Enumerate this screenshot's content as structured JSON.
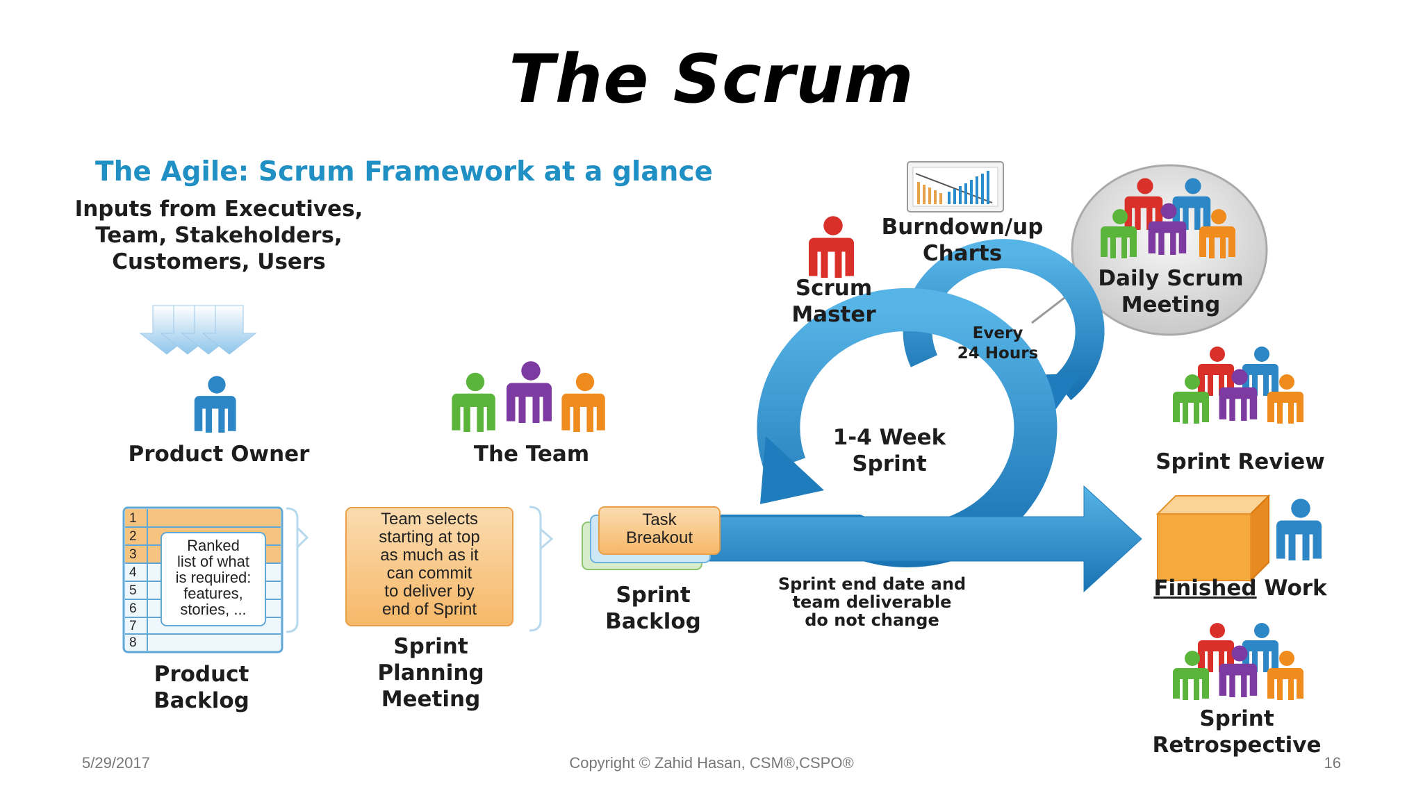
{
  "slide": {
    "title": "The Scrum",
    "date": "5/29/2017",
    "copyright": "Copyright  © Zahid Hasan, CSM®,CSPO®",
    "page_number": "16"
  },
  "diagram": {
    "heading": "The Agile: Scrum Framework at a glance",
    "inputs": [
      "Inputs from Executives,",
      "Team, Stakeholders,",
      "Customers, Users"
    ],
    "product_owner": "Product Owner",
    "the_team": "The Team",
    "scrum_master": [
      "Scrum",
      "Master"
    ],
    "burndown": [
      "Burndown/up",
      "Charts"
    ],
    "daily_scrum": [
      "Daily Scrum",
      "Meeting"
    ],
    "every_24": [
      "Every",
      "24 Hours"
    ],
    "sprint_cycle": [
      "1-4 Week",
      "Sprint"
    ],
    "backlog_rows": [
      "1",
      "2",
      "3",
      "4",
      "5",
      "6",
      "7",
      "8"
    ],
    "backlog_note": [
      "Ranked",
      "list of what",
      "is required:",
      "features,",
      "stories, ..."
    ],
    "product_backlog": [
      "Product",
      "Backlog"
    ],
    "team_selects": [
      "Team selects",
      "starting at top",
      "as much as it",
      "can commit",
      "to deliver by",
      "end of Sprint"
    ],
    "sprint_planning": [
      "Sprint",
      "Planning",
      "Meeting"
    ],
    "task_breakout": [
      "Task",
      "Breakout"
    ],
    "sprint_backlog": [
      "Sprint",
      "Backlog"
    ],
    "sprint_end_note": [
      "Sprint end date and",
      "team deliverable",
      "do not change"
    ],
    "sprint_review": "Sprint Review",
    "finished_work": {
      "underlined": "Finished",
      "rest": " Work"
    },
    "sprint_retrospective": [
      "Sprint",
      "Retrospective"
    ]
  },
  "colors": {
    "accent_blue": "#1f8fc4",
    "flow_blue": "#2a8ccd",
    "box_orange": "#f9c98a",
    "person_red": "#d9302a",
    "person_blue": "#2d86c6",
    "person_green": "#5ab53a",
    "person_purple": "#7d3aa0",
    "person_orange": "#f08c1e"
  }
}
